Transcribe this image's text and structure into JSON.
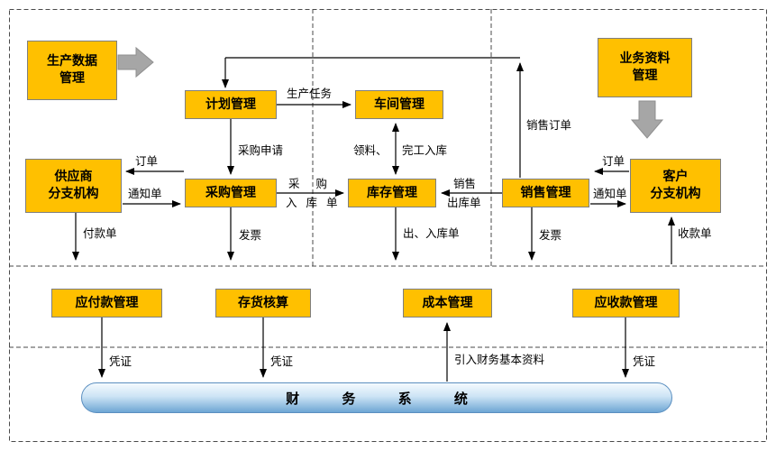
{
  "modules": {
    "production_data": {
      "line1": "生产数据",
      "line2": "管理"
    },
    "business_data": {
      "line1": "业务资料",
      "line2": "管理"
    },
    "plan": {
      "label": "计划管理"
    },
    "workshop": {
      "label": "车间管理"
    },
    "supplier": {
      "line1": "供应商",
      "line2": "分支机构"
    },
    "purchase": {
      "label": "采购管理"
    },
    "inventory": {
      "label": "库存管理"
    },
    "sales": {
      "label": "销售管理"
    },
    "customer": {
      "line1": "客户",
      "line2": "分支机构"
    },
    "ap": {
      "label": "应付款管理"
    },
    "inventory_accounting": {
      "label": "存货核算"
    },
    "cost": {
      "label": "成本管理"
    },
    "ar": {
      "label": "应收款管理"
    },
    "finance": {
      "label": "财 务 系 统"
    }
  },
  "flow_labels": {
    "production_task": "生产任务",
    "purchase_request": "采购申请",
    "material_pick": "领料、",
    "finished_warehousing": "完工入库",
    "sales_order": "销售订单",
    "order_supplier": "订单",
    "notice_supplier": "通知单",
    "payment_slip": "付款单",
    "invoice_purchase": "发票",
    "purchase_in_line1": "采 购",
    "purchase_in_line2": "入 库 单",
    "sales_out_line1": "销售",
    "sales_out_line2": "出库单",
    "out_in_slip": "出、入库单",
    "invoice_sales": "发票",
    "order_customer": "订单",
    "notice_customer": "通知单",
    "receipt_slip": "收款单",
    "voucher_ap": "凭证",
    "voucher_inventory": "凭证",
    "voucher_ar": "凭证",
    "import_finance_data": "引入财务基本资料"
  },
  "theme": {
    "bg": "#FFFFFF",
    "module_fill": "#FFC000",
    "module_border": "#7F7F7F",
    "line_color": "#000000",
    "dash_color": "#4A4A4A",
    "big_arrow": "#A6A6A6",
    "finance_top": "#F4FAFE",
    "finance_bottom": "#6EA6D4"
  }
}
